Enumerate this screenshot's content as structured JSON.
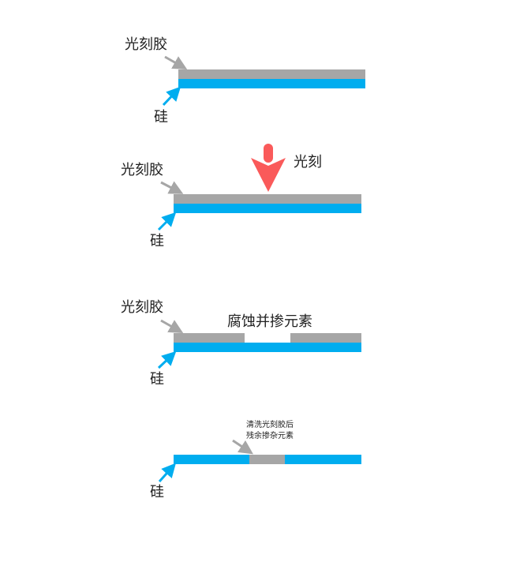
{
  "colors": {
    "photoresist": "#a6a6a6",
    "silicon": "#00adef",
    "light_arrow": "#fa5a5a",
    "pointer_gray": "#a6a6a6",
    "pointer_blue": "#00adef"
  },
  "panel1": {
    "photoresist_label": "光刻胶",
    "silicon_label": "硅"
  },
  "panel2": {
    "photoresist_label": "光刻胶",
    "silicon_label": "硅",
    "exposure_label": "光刻"
  },
  "panel3": {
    "photoresist_label": "光刻胶",
    "silicon_label": "硅",
    "process_label": "腐蚀并掺元素"
  },
  "panel4": {
    "residue_label_line1": "清洗光刻胶后",
    "residue_label_line2": "残余掺杂元素",
    "silicon_label": "硅"
  }
}
